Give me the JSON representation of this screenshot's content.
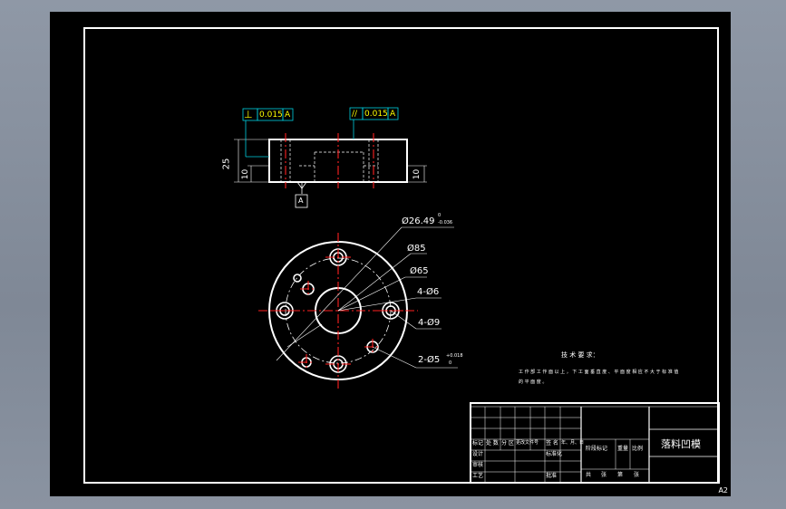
{
  "colors": {
    "background": "#7f8896",
    "sheet": "#000000",
    "line": "#ffffff",
    "centerline": "#ff2020",
    "dimension": "#ffffff",
    "leader": "#00d0e0",
    "tolerance_text": "#ffff00"
  },
  "side_view": {
    "perp_symbol": "⊥",
    "perp_value": "0.015",
    "perp_datum": "A",
    "parallel_symbol": "//",
    "parallel_value": "0.015",
    "parallel_datum": "A",
    "dim_height": "25",
    "dim_step_left": "10",
    "dim_step_right": "10",
    "datum_tag": "A"
  },
  "plan_view": {
    "dim_bore": "Ø26.49",
    "dim_bore_tol_upper": "0",
    "dim_bore_tol_lower": "-0.036",
    "dim_outer": "Ø85",
    "dim_pcd": "Ø65",
    "dim_holes_6": "4-Ø6",
    "dim_holes_9": "4-Ø9",
    "dim_pins": "2-Ø5",
    "dim_pins_tol_upper": "+0.018",
    "dim_pins_tol_lower": "0"
  },
  "tech_requirements": {
    "title": "技 术 要 求：",
    "line1": "工 作 部 工 作 面 以 上 ， 下 工 面 垂 直 度 、 平 面 度 相 应 不 大 于 标 准 值",
    "line2": "的 平 面 度 。"
  },
  "title_block": {
    "part_name": "落料凹模",
    "row_labels": [
      "标记",
      "设计",
      "审核",
      "工艺"
    ],
    "header_cells": [
      "处 数",
      "分 区",
      "更改文件号",
      "签 名",
      "年、月、日"
    ],
    "sign_cells": [
      "标准化",
      "批准"
    ],
    "stage_cells": [
      "阶段标记",
      "重量",
      "比例"
    ],
    "sheet_cells": [
      "共",
      "张",
      "第",
      "张"
    ]
  },
  "sheet_size": "A2"
}
